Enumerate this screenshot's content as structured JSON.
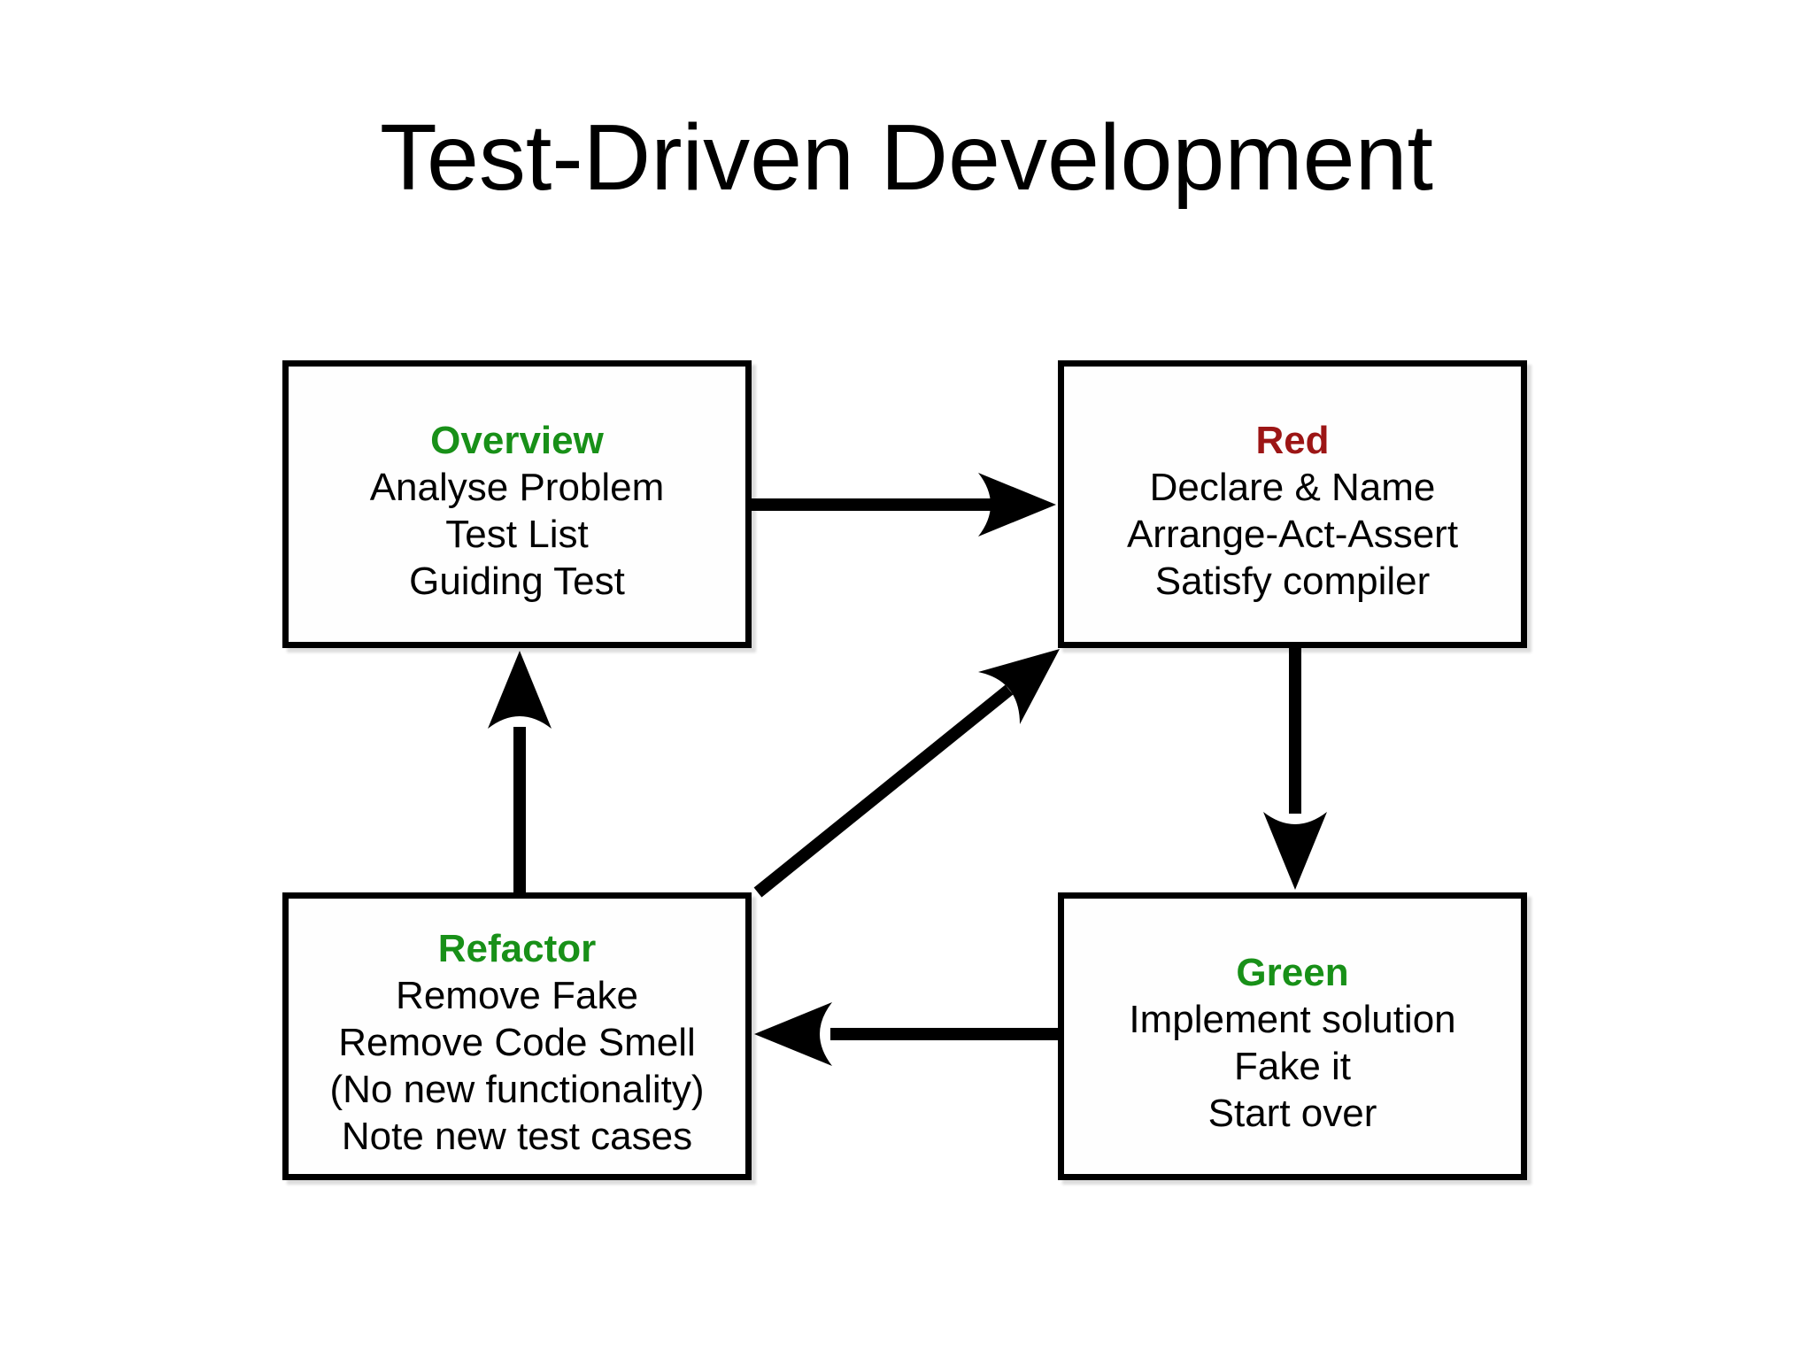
{
  "title": "Test-Driven Development",
  "colors": {
    "green": "#189018",
    "darkred": "#9c1515",
    "line": "#000000",
    "background": "#ffffff"
  },
  "boxes": {
    "overview": {
      "title": "Overview",
      "lines": [
        "Analyse Problem",
        "Test List",
        "Guiding Test"
      ]
    },
    "red": {
      "title": "Red",
      "lines": [
        "Declare & Name",
        "Arrange-Act-Assert",
        "Satisfy compiler"
      ]
    },
    "green": {
      "title": "Green",
      "lines": [
        "Implement solution",
        "Fake it",
        "Start over"
      ]
    },
    "refactor": {
      "title": "Refactor",
      "lines": [
        "Remove Fake",
        "Remove Code Smell",
        "(No new functionality)",
        "Note new test cases"
      ]
    }
  },
  "arrows": [
    {
      "name": "overview-to-red",
      "from": "Overview",
      "to": "Red"
    },
    {
      "name": "red-to-green",
      "from": "Red",
      "to": "Green"
    },
    {
      "name": "green-to-refactor",
      "from": "Green",
      "to": "Refactor"
    },
    {
      "name": "refactor-to-overview",
      "from": "Refactor",
      "to": "Overview"
    },
    {
      "name": "refactor-to-red",
      "from": "Refactor",
      "to": "Red"
    }
  ]
}
